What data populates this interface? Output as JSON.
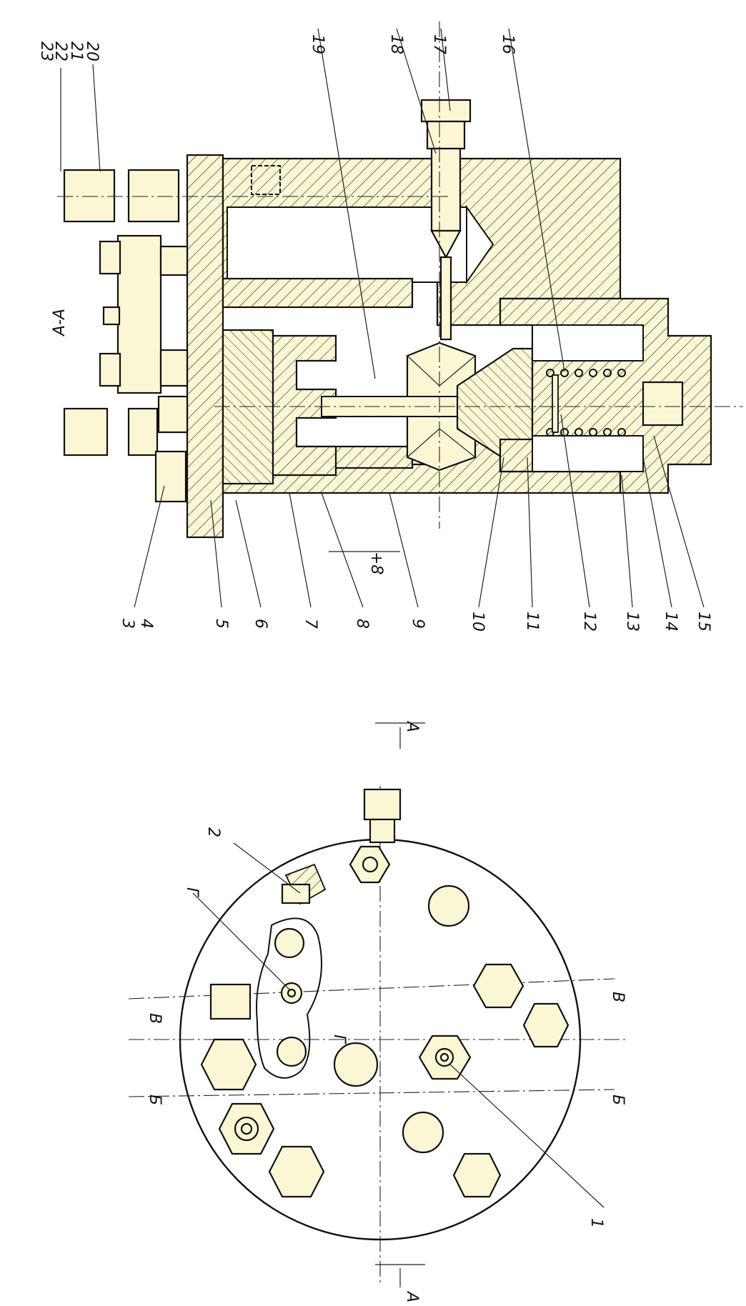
{
  "section_title": "А-А",
  "dimension": "+8",
  "top_view_labels": [
    "1",
    "2",
    "Г",
    "Г"
  ],
  "section_marks": {
    "a": "А",
    "b": "Б",
    "v": "В"
  },
  "callouts": [
    "3",
    "4",
    "5",
    "6",
    "7",
    "8",
    "9",
    "10",
    "11",
    "12",
    "13",
    "14",
    "15",
    "16",
    "17",
    "18",
    "19",
    "20",
    "21",
    "22",
    "23"
  ]
}
